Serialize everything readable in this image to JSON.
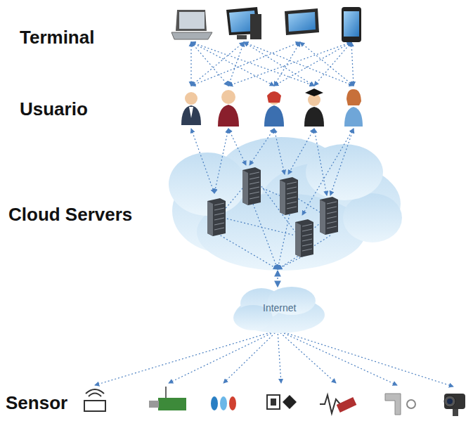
{
  "diagram": {
    "nodes": [
      {
        "text": [
          "Cloud Servers"
        ]
      },
      {
        "text": [
          "Internet"
        ]
      }
    ],
    "edges": [
      {
        "from": 0,
        "to": 1,
        "arrow": "both"
      }
    ],
    "labels": [
      "Terminal",
      "Usuario",
      "Sensor"
    ]
  }
}
